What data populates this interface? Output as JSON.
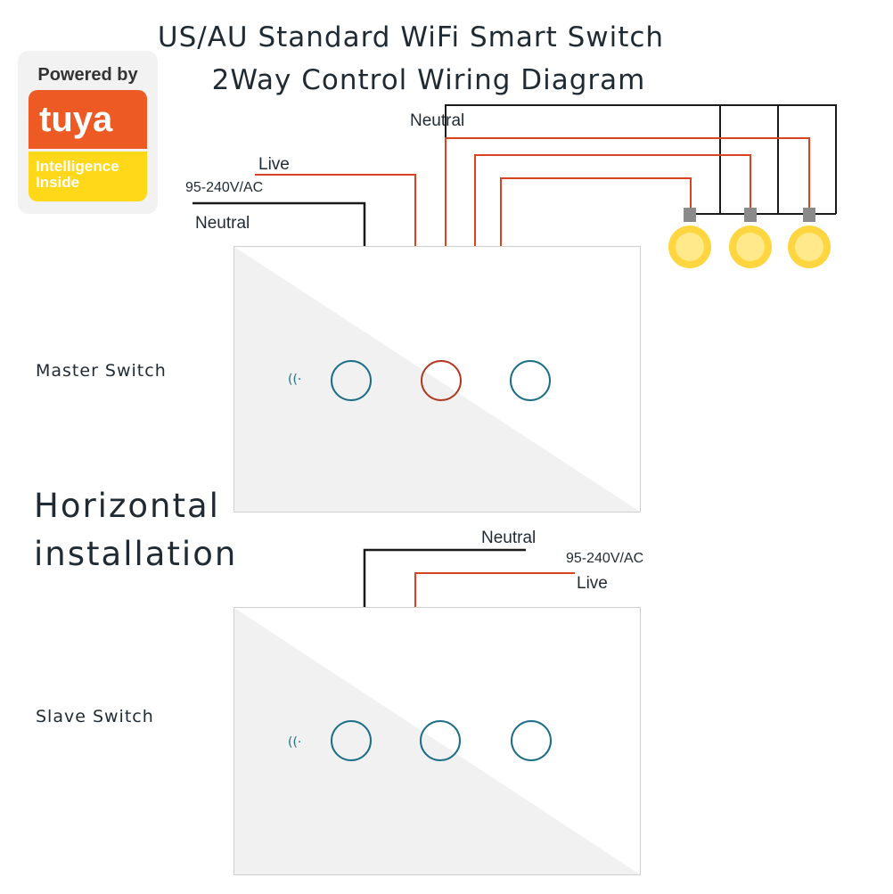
{
  "title": {
    "line1": "US/AU Standard WiFi  Smart Switch",
    "line2": "2Way Control Wiring Diagram"
  },
  "badge": {
    "powered_by": "Powered by",
    "brand": "tuya",
    "tagline_1": "Intelligence",
    "tagline_2": "Inside"
  },
  "master_wiring": {
    "neutral_top": "Neutral",
    "live": "Live",
    "voltage": "95-240V/AC",
    "neutral": "Neutral"
  },
  "slave_wiring": {
    "neutral": "Neutral",
    "voltage": "95-240V/AC",
    "live": "Live"
  },
  "labels": {
    "master": "Master Switch",
    "slave": "Slave Switch",
    "orientation_1": "Horizontal",
    "orientation_2": "installation"
  },
  "master_switch": {
    "gang_count": 3,
    "active_gang": 2
  },
  "slave_switch": {
    "gang_count": 3,
    "active_gang": 0
  },
  "colors": {
    "live_wire": "#d9431f",
    "neutral_wire": "#1a1a1a",
    "button_ring": "#1c6e86",
    "button_active": "#b03a22",
    "bulb": "#ffd640"
  },
  "icons": {
    "wifi": "wifi-signal-icon",
    "bulb": "light-bulb-icon"
  }
}
